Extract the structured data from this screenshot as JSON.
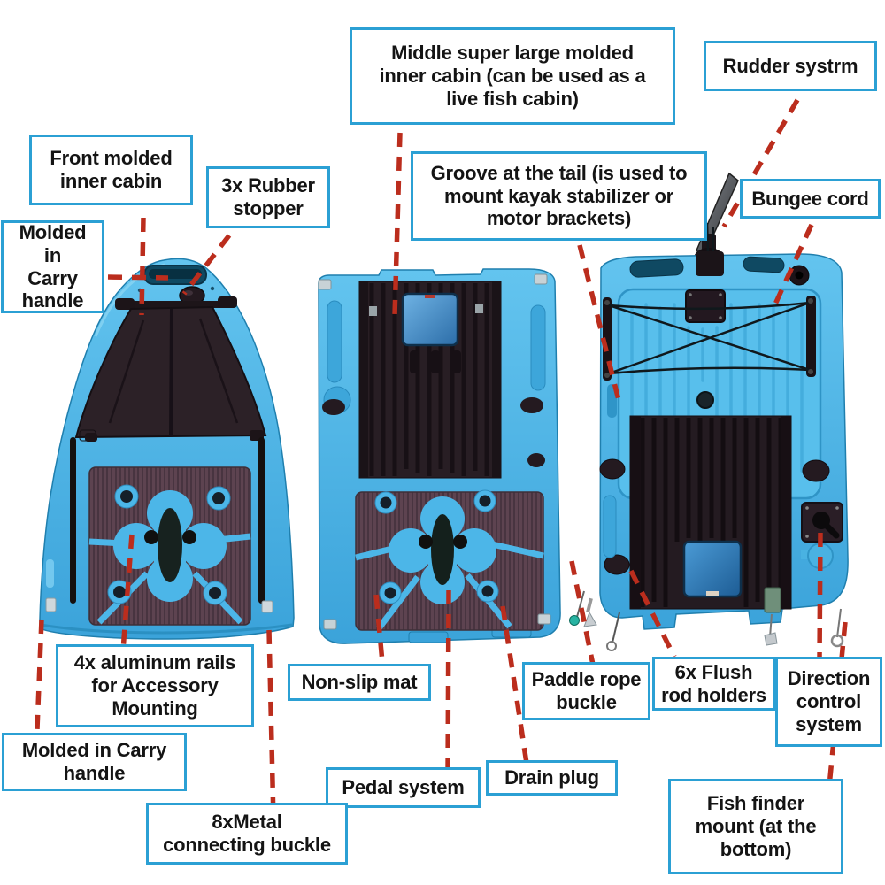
{
  "diagram_title": "Pedal fishing kayak feature callout diagram (three sections, top view)",
  "colors": {
    "background": "#ffffff",
    "label_border": "#2ba0d4",
    "label_text": "#141414",
    "connector": "#bb2d1d",
    "hull_blue": "#4cb4e6",
    "cover_dark": "#281e24",
    "mat_maroon": "#5d4350"
  },
  "callouts": [
    {
      "id": "middle-cabin",
      "label": "Middle super large molded\ninner cabin (can be used as a\nlive fish cabin)"
    },
    {
      "id": "rudder-system",
      "label": "Rudder systrm"
    },
    {
      "id": "front-cabin",
      "label": "Front molded\ninner cabin"
    },
    {
      "id": "rubber-stopper",
      "label": "3x Rubber\nstopper"
    },
    {
      "id": "tail-groove",
      "label": "Groove at the tail (is used to\nmount kayak stabilizer or\nmotor brackets)"
    },
    {
      "id": "bungee-cord",
      "label": "Bungee cord"
    },
    {
      "id": "carry-handle-front",
      "label": "Molded in\nCarry\nhandle"
    },
    {
      "id": "aluminum-rails",
      "label": "4x aluminum rails\nfor Accessory\nMounting"
    },
    {
      "id": "non-slip-mat",
      "label": "Non-slip mat"
    },
    {
      "id": "paddle-rope-buckle",
      "label": "Paddle rope\nbuckle"
    },
    {
      "id": "flush-rod-holders",
      "label": "6x Flush\nrod holders"
    },
    {
      "id": "direction-control",
      "label": "Direction\ncontrol\nsystem"
    },
    {
      "id": "carry-handle-side",
      "label": "Molded in Carry\nhandle"
    },
    {
      "id": "pedal-system",
      "label": "Pedal system"
    },
    {
      "id": "drain-plug",
      "label": "Drain plug"
    },
    {
      "id": "metal-buckles",
      "label": "8xMetal\nconnecting buckle"
    },
    {
      "id": "fish-finder-mount",
      "label": "Fish finder\nmount (at the\nbottom)"
    }
  ]
}
